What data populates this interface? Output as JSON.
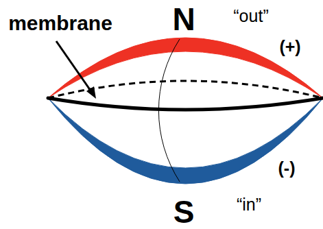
{
  "diagram": {
    "labels": [
      "membrane",
      "N",
      "“out”",
      "(+)",
      "(-)",
      "S",
      "“in”"
    ]
  }
}
